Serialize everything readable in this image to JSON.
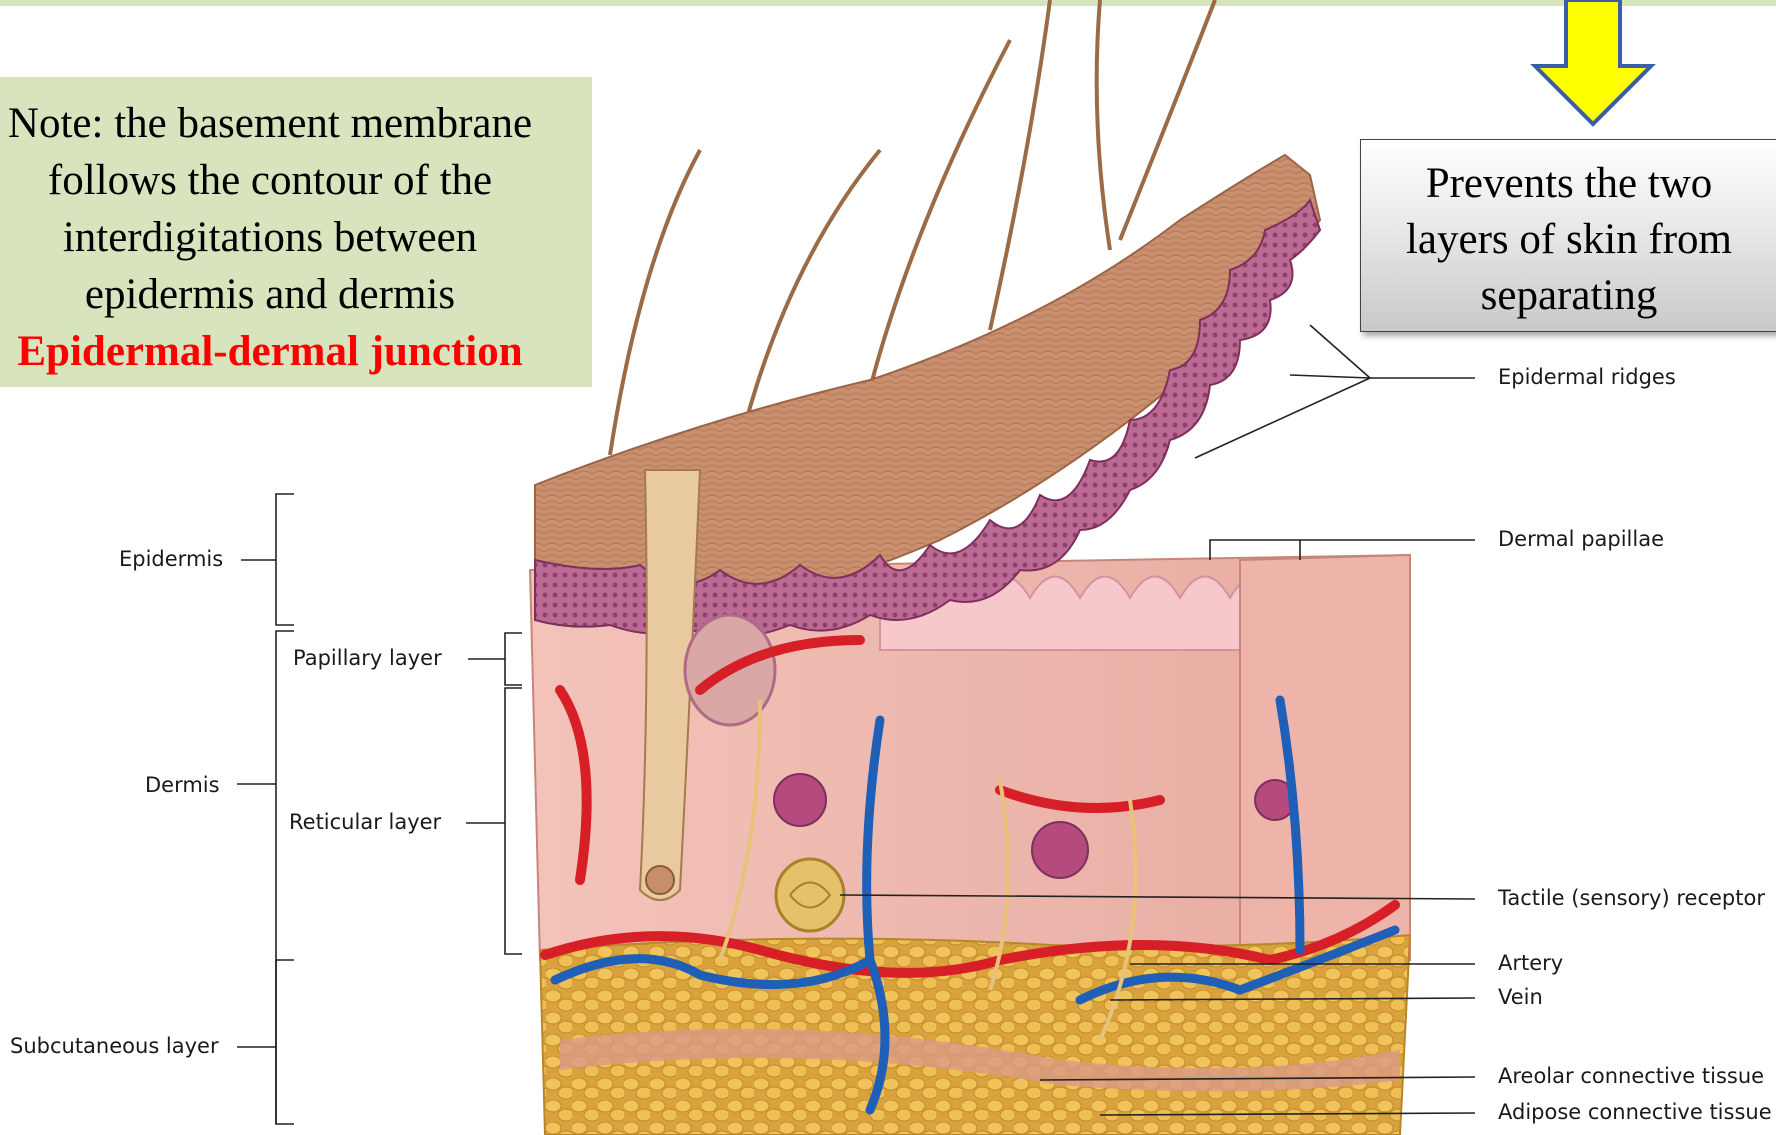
{
  "note": {
    "lines": [
      "Note: the basement membrane",
      "follows the contour of the",
      "interdigitations between",
      "epidermis and dermis"
    ],
    "highlight": "Epidermal-dermal junction",
    "highlight_color": "#ff0000",
    "background": "#d7e4bd"
  },
  "callout": {
    "lines": [
      "Prevents the two",
      "layers of skin from",
      "separating"
    ]
  },
  "arrow": {
    "color": "#ffff00",
    "icon": "down-arrow-icon"
  },
  "left_labels": {
    "epidermis": "Epidermis",
    "papillary": "Papillary layer",
    "dermis": "Dermis",
    "reticular": "Reticular layer",
    "subcutaneous": "Subcutaneous layer"
  },
  "right_labels": {
    "epidermal_ridges": "Epidermal ridges",
    "dermal_papillae": "Dermal papillae",
    "tactile": "Tactile (sensory) receptor",
    "artery": "Artery",
    "vein": "Vein",
    "areolar": "Areolar connective tissue",
    "adipose": "Adipose connective tissue"
  },
  "colors": {
    "epidermis": "#c98d6e",
    "stratum_basale": "#a8507f",
    "dermis": "#f2bfb6",
    "adipose": "#e9b94f",
    "artery": "#d61f26",
    "vein": "#1f5fb8",
    "nerve": "#e8c27a"
  }
}
